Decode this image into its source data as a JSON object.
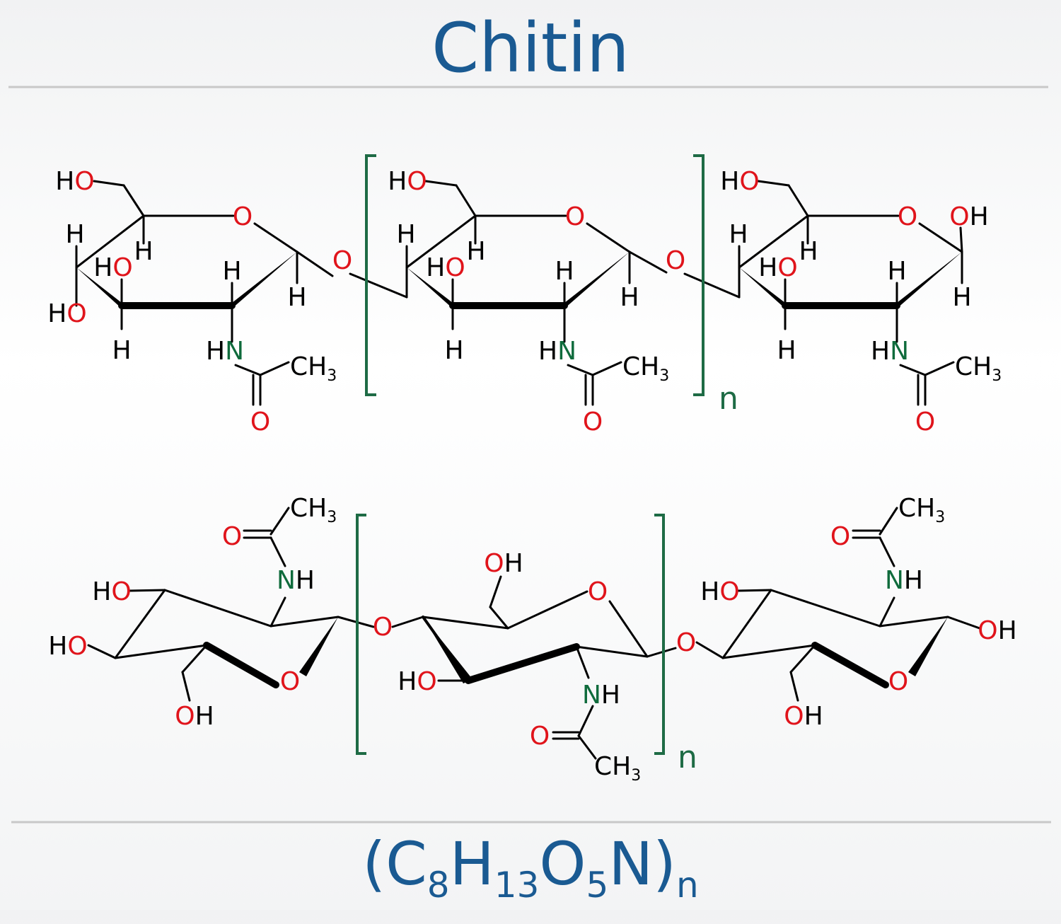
{
  "title": "Chitin",
  "formula": {
    "open": "(C",
    "c_count": "8",
    "h": "H",
    "h_count": "13",
    "o": "O",
    "o_count": "5",
    "close": "N)",
    "n": "n"
  },
  "repeat_label": "n",
  "atom_labels": {
    "oxygen": "O",
    "hydroxyl_left": "HO",
    "hydroxyl_right": "OH",
    "hydrogen": "H",
    "amide_left": "HN",
    "amide_right": "NH",
    "methyl": "CH",
    "methyl_sub": "3"
  },
  "colors": {
    "title": "#1a5a92",
    "oxygen": "#e0141b",
    "nitrogen": "#0f6b3c",
    "bracket": "#1e6b45",
    "bond": "#000000",
    "divider": "#c8c8c8"
  }
}
